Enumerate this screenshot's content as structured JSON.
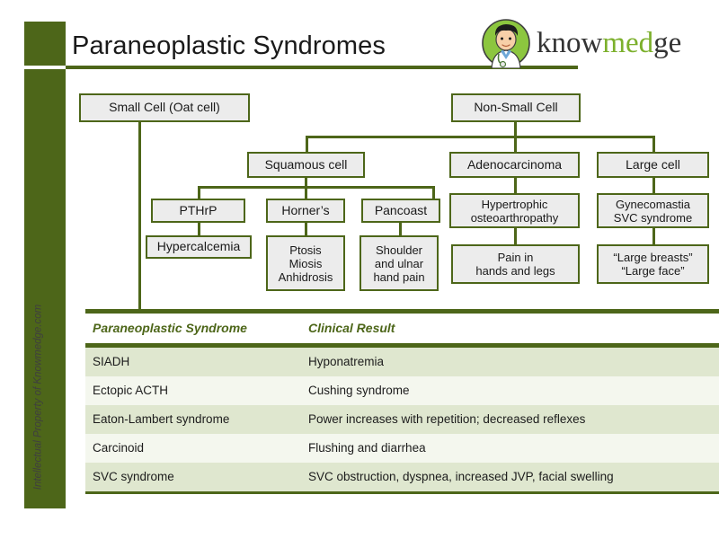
{
  "slide": {
    "title": "Paraneoplastic Syndromes",
    "watermark": "Intellectual Property of Knowmedge.com",
    "accent_color": "#4d6619",
    "logo_green": "#7cb02c",
    "box_fill": "#ececec"
  },
  "logo": {
    "icon": "doctor-avatar-icon",
    "part1": "know",
    "part2": "med",
    "part3": "ge"
  },
  "tree": {
    "root_left": "Small Cell (Oat cell)",
    "root_right": "Non-Small Cell",
    "level2": [
      "Squamous cell",
      "Adenocarcinoma",
      "Large cell"
    ],
    "level3": [
      "PTHrP",
      "Horner’s",
      "Pancoast",
      "Hypertrophic\nosteoarthropathy",
      "Gynecomastia\nSVC syndrome"
    ],
    "level4": [
      "Hypercalcemia",
      "Ptosis\nMiosis\nAnhidrosis",
      "Shoulder\nand ulnar\nhand pain",
      "Pain in\nhands and legs",
      "“Large breasts”\n“Large face”"
    ]
  },
  "table": {
    "headers": [
      "Paraneoplastic  Syndrome",
      "Clinical Result"
    ],
    "rows": [
      {
        "syndrome": "SIADH",
        "result": "Hyponatremia"
      },
      {
        "syndrome": "Ectopic ACTH",
        "result": "Cushing syndrome"
      },
      {
        "syndrome": "Eaton-Lambert syndrome",
        "result": "Power increases with repetition; decreased reflexes"
      },
      {
        "syndrome": "Carcinoid",
        "result": "Flushing and diarrhea"
      },
      {
        "syndrome": "SVC syndrome",
        "result": "SVC obstruction, dyspnea, increased JVP, facial swelling"
      }
    ]
  }
}
